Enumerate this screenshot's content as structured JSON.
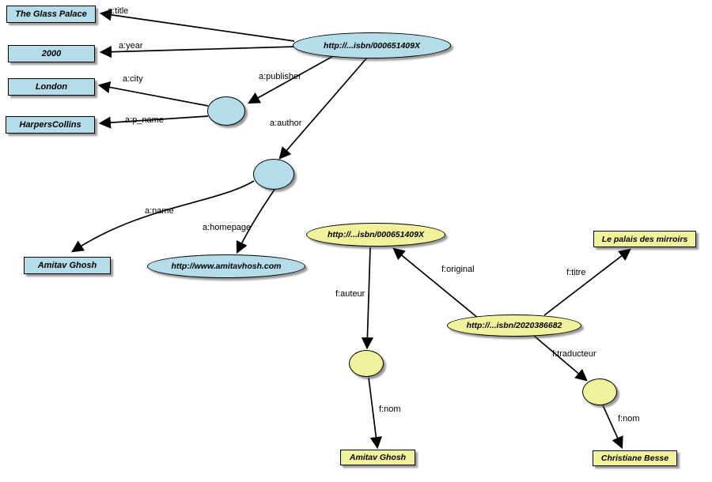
{
  "diagram": {
    "description": "RDF graph of two book descriptions (English a: vocabulary in blue, French f: vocabulary in yellow)",
    "colors": {
      "english_fill": "#b5dde9",
      "french_fill": "#f1f29b",
      "border": "#000000",
      "shadow": "#8a8a8a"
    },
    "nodes": {
      "glass_palace": "The Glass Palace",
      "year": "2000",
      "city": "London",
      "publisher_name": "HarpersCollins",
      "isbn_en": "http://...isbn/000651409X",
      "author_name_en": "Amitav Ghosh",
      "homepage": "http://www.amitavhosh.com",
      "isbn_fr_original": "http://...isbn/000651409X",
      "isbn_fr_translation": "http://...isbn/2020386682",
      "titre": "Le palais des mirroirs",
      "auteur_nom": "Amitav Ghosh",
      "traducteur_nom": "Christiane Besse"
    },
    "edge_labels": {
      "a_title": "a:title",
      "a_year": "a:year",
      "a_city": "a:city",
      "a_p_name": "a:p_name",
      "a_publisher": "a:publisher",
      "a_author": "a:author",
      "a_name": "a:name",
      "a_homepage": "a:homepage",
      "f_auteur": "f:auteur",
      "f_original": "f:original",
      "f_titre": "f:titre",
      "f_traducteur": "f:traducteur",
      "f_nom_auteur": "f:nom",
      "f_nom_traducteur": "f:nom"
    }
  }
}
